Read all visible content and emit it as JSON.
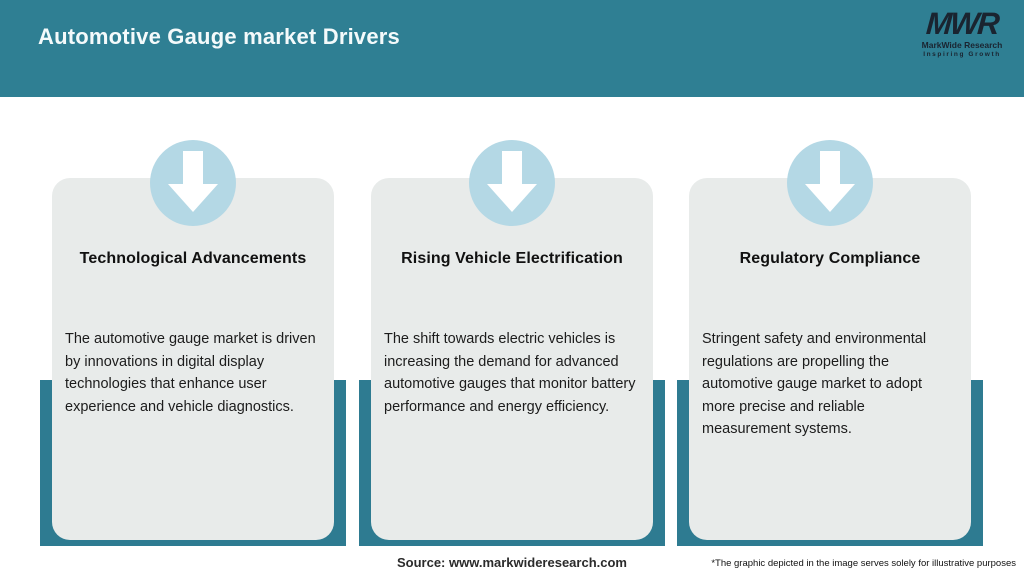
{
  "header": {
    "title": "Automotive Gauge market Drivers"
  },
  "logo": {
    "acronym": "MWR",
    "name": "MarkWide Research",
    "tagline": "Inspiring Growth"
  },
  "cards": [
    {
      "icon": "down-arrow-icon",
      "title": "Technological Advancements",
      "body": "The automotive gauge market is driven by innovations in digital display technologies that enhance user experience and vehicle diagnostics."
    },
    {
      "icon": "down-arrow-icon",
      "title": "Rising Vehicle Electrification",
      "body": "The shift towards electric vehicles is increasing the demand for advanced automotive gauges that monitor battery performance and energy efficiency."
    },
    {
      "icon": "down-arrow-icon",
      "title": "Regulatory Compliance",
      "body": "Stringent safety and environmental regulations are propelling the automotive gauge market to adopt more precise and reliable measurement systems."
    }
  ],
  "footer": {
    "source": "Source: www.markwideresearch.com",
    "disclaimer": "*The graphic depicted in the image serves solely for illustrative purposes"
  },
  "colors": {
    "header_teal": "#2F7F93",
    "underlay_teal": "#2E7B91",
    "card_gray": "#E8EBEA",
    "circle_blue": "#B4D8E5",
    "arrow_white": "#FFFFFF",
    "title_text": "#111111",
    "header_text": "#F4FAFB",
    "logo_dark": "#1A2430"
  }
}
